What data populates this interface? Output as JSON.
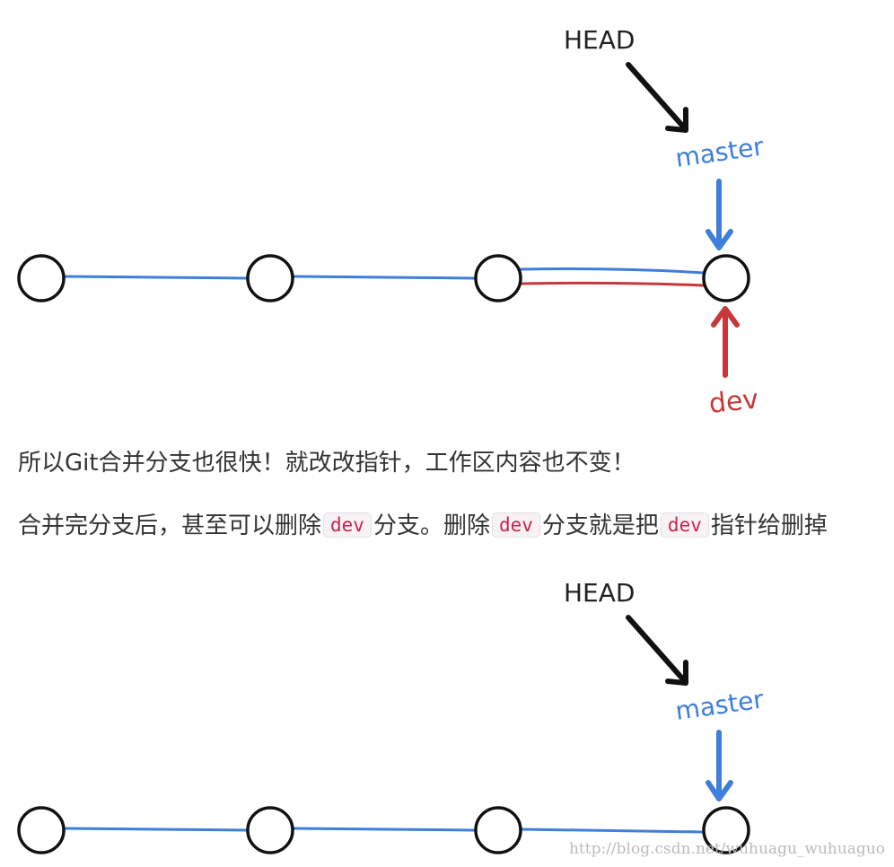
{
  "diagram_top": {
    "commits": 4,
    "labels": {
      "head": "HEAD",
      "master": "master",
      "dev": "dev"
    },
    "colors": {
      "master": "#3d7fdc",
      "dev": "#c8383a",
      "head": "#111111",
      "node": "#111111"
    }
  },
  "paragraphs": {
    "p1": "所以Git合并分支也很快！就改改指针，工作区内容也不变！",
    "p2": {
      "part1": "合并完分支后，甚至可以删除",
      "code1": "dev",
      "part2": "分支。删除",
      "code2": "dev",
      "part3": "分支就是把",
      "code3": "dev",
      "part4": "指针给删掉"
    }
  },
  "diagram_bottom": {
    "commits": 4,
    "labels": {
      "head": "HEAD",
      "master": "master"
    },
    "colors": {
      "master": "#3d7fdc",
      "head": "#111111",
      "node": "#111111"
    }
  },
  "watermark": "http://blog.csdn.net/wuhuagu_wuhuaguo"
}
